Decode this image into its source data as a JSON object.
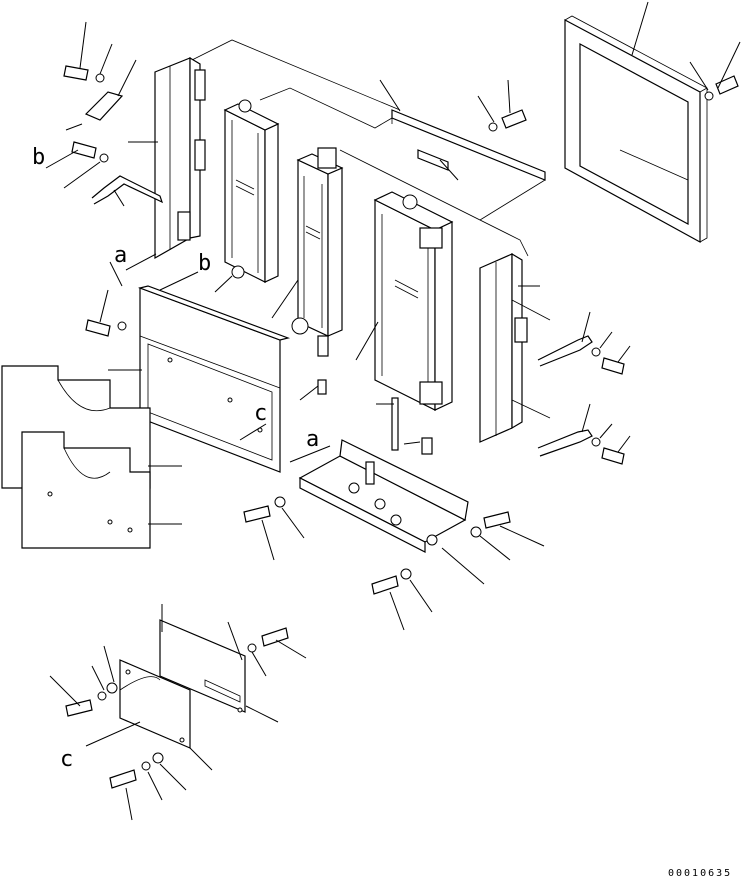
{
  "diagram": {
    "reference_letters": {
      "a_upper": "a",
      "b_upper": "b",
      "b_left": "b",
      "a_lower": "a",
      "c_mid": "c",
      "c_bottom": "c"
    },
    "drawing_number": "00010635",
    "line_color": "#000000",
    "background": "#ffffff"
  }
}
